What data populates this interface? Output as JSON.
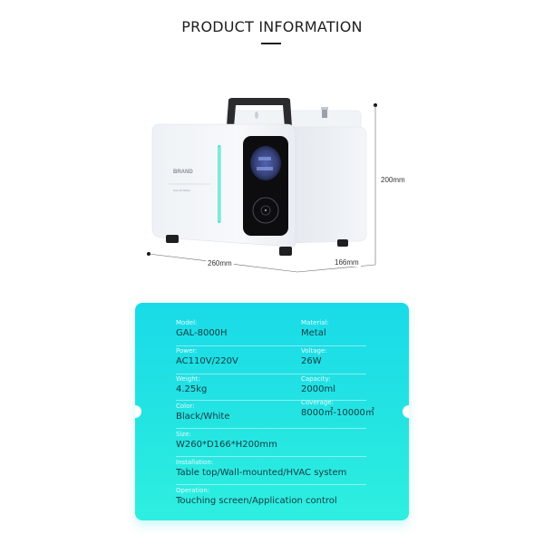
{
  "header": {
    "title": "PRODUCT INFORMATION"
  },
  "product_image": {
    "brand_mark": "BRAND",
    "dimensions": {
      "width": "260mm",
      "depth": "166mm",
      "height": "200mm"
    }
  },
  "specs": {
    "model": {
      "label": "Model:",
      "value": "GAL-8000H"
    },
    "material": {
      "label": "Material:",
      "value": "Metal"
    },
    "power": {
      "label": "Power:",
      "value": "AC110V/220V"
    },
    "voltage": {
      "label": "Voltage:",
      "value": "26W"
    },
    "weight": {
      "label": "Weight:",
      "value": "4.25kg"
    },
    "capacity": {
      "label": "Capacity:",
      "value": "2000ml"
    },
    "color": {
      "label": "Color:",
      "value": "Black/White"
    },
    "coverage": {
      "label": "Coverage:",
      "value": "8000㎡-10000㎡"
    },
    "size": {
      "label": "Size:",
      "value": "W260*D166*H200mm"
    },
    "installation": {
      "label": "Installation:",
      "value": "Table top/Wall-mounted/HVAC system"
    },
    "operation": {
      "label": "Operation:",
      "value": "Touching screen/Application control"
    }
  },
  "colors": {
    "card_top": "#19dbe8",
    "card_bottom": "#2eefdf",
    "value_text": "#143a40",
    "label_text": "#ffffff"
  }
}
